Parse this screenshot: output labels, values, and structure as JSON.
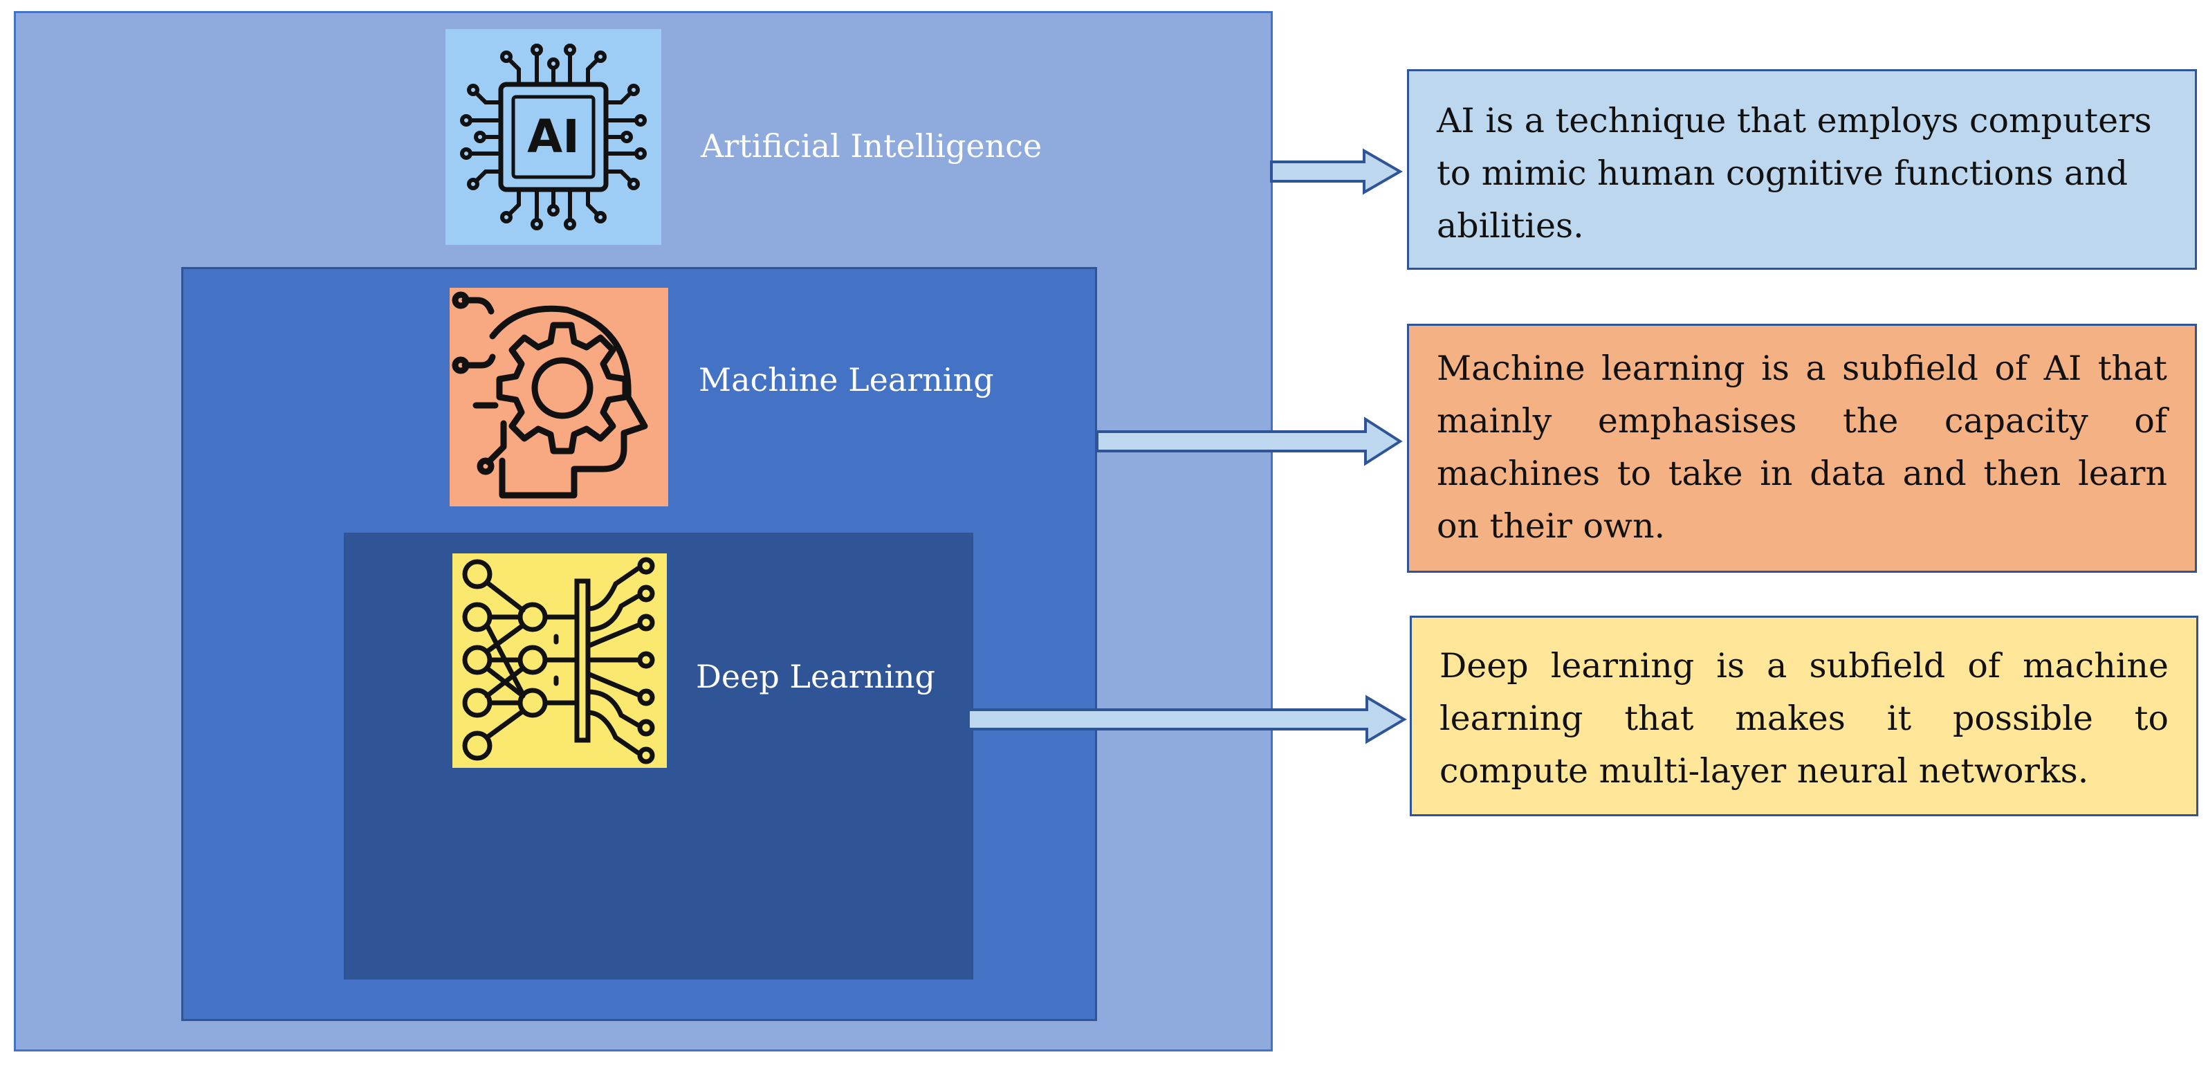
{
  "colors": {
    "outer_fill": "#8faadc",
    "middle_fill": "#4472c4",
    "inner_fill": "#2f5597",
    "ai_icon_bg": "#9dcdf5",
    "ml_icon_bg": "#f8a982",
    "dl_icon_bg": "#fbe96f",
    "ai_desc_fill": "#bdd7ee",
    "ml_desc_fill": "#f4b183",
    "dl_desc_fill": "#ffe699",
    "arrow_fill": "#bdd7ee",
    "arrow_stroke": "#2f5597"
  },
  "layers": {
    "ai": {
      "label": "Artificial Intelligence",
      "icon": "ai-chip-icon",
      "icon_text": "AI",
      "description": "AI is a technique that employs computers to mimic human cognitive functions and abilities."
    },
    "ml": {
      "label": "Machine Learning",
      "icon": "gear-head-icon",
      "description": "Machine learning is a subfield of AI that mainly emphasises the capacity of machines to take in data and then learn on their own."
    },
    "dl": {
      "label": "Deep Learning",
      "icon": "neural-network-icon",
      "description": "Deep learning is a subfield of machine learning that makes it possible to compute multi-layer neural networks."
    }
  }
}
